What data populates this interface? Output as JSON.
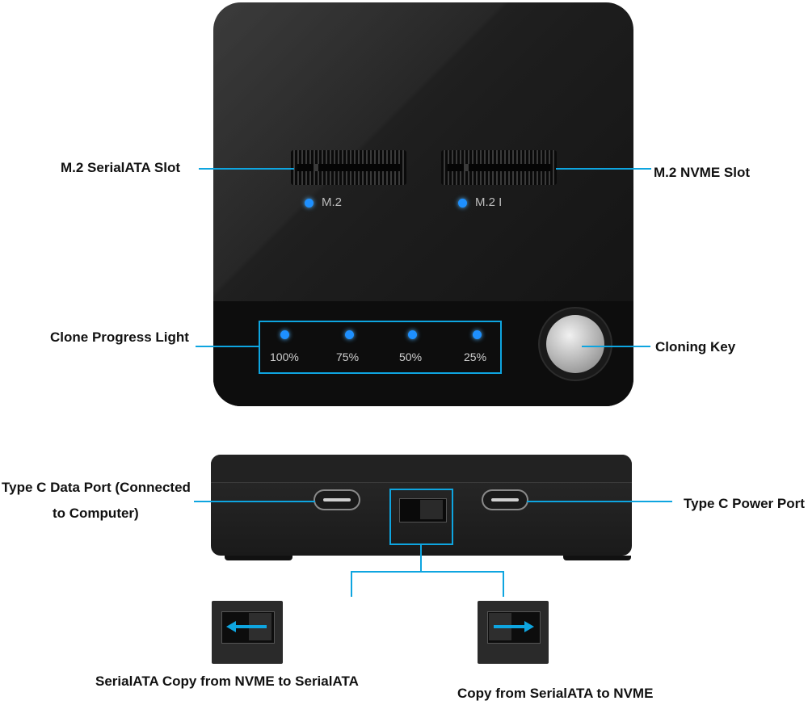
{
  "top_view": {
    "slot_led_labels": [
      "M.2",
      "M.2 I"
    ],
    "progress_levels": [
      "100%",
      "75%",
      "50%",
      "25%"
    ]
  },
  "callouts": {
    "sata_slot": "M.2 SerialATA Slot",
    "nvme_slot": "M.2 NVME Slot",
    "clone_progress": "Clone Progress Light",
    "cloning_key": "Cloning Key",
    "data_port_line1": "Type C Data Port (Connected",
    "data_port_line2": "to Computer)",
    "power_port": "Type C Power Port",
    "copy_to_sata": "SerialATA Copy from NVME to SerialATA",
    "copy_to_nvme": "Copy from SerialATA to NVME"
  },
  "switch_modes": [
    {
      "direction": "left",
      "arrow_icon": "arrow-left-icon"
    },
    {
      "direction": "right",
      "arrow_icon": "arrow-right-icon"
    }
  ],
  "colors": {
    "accent": "#0ea5e0",
    "led": "#1e90ff",
    "device_body": "#1d1d1d"
  }
}
